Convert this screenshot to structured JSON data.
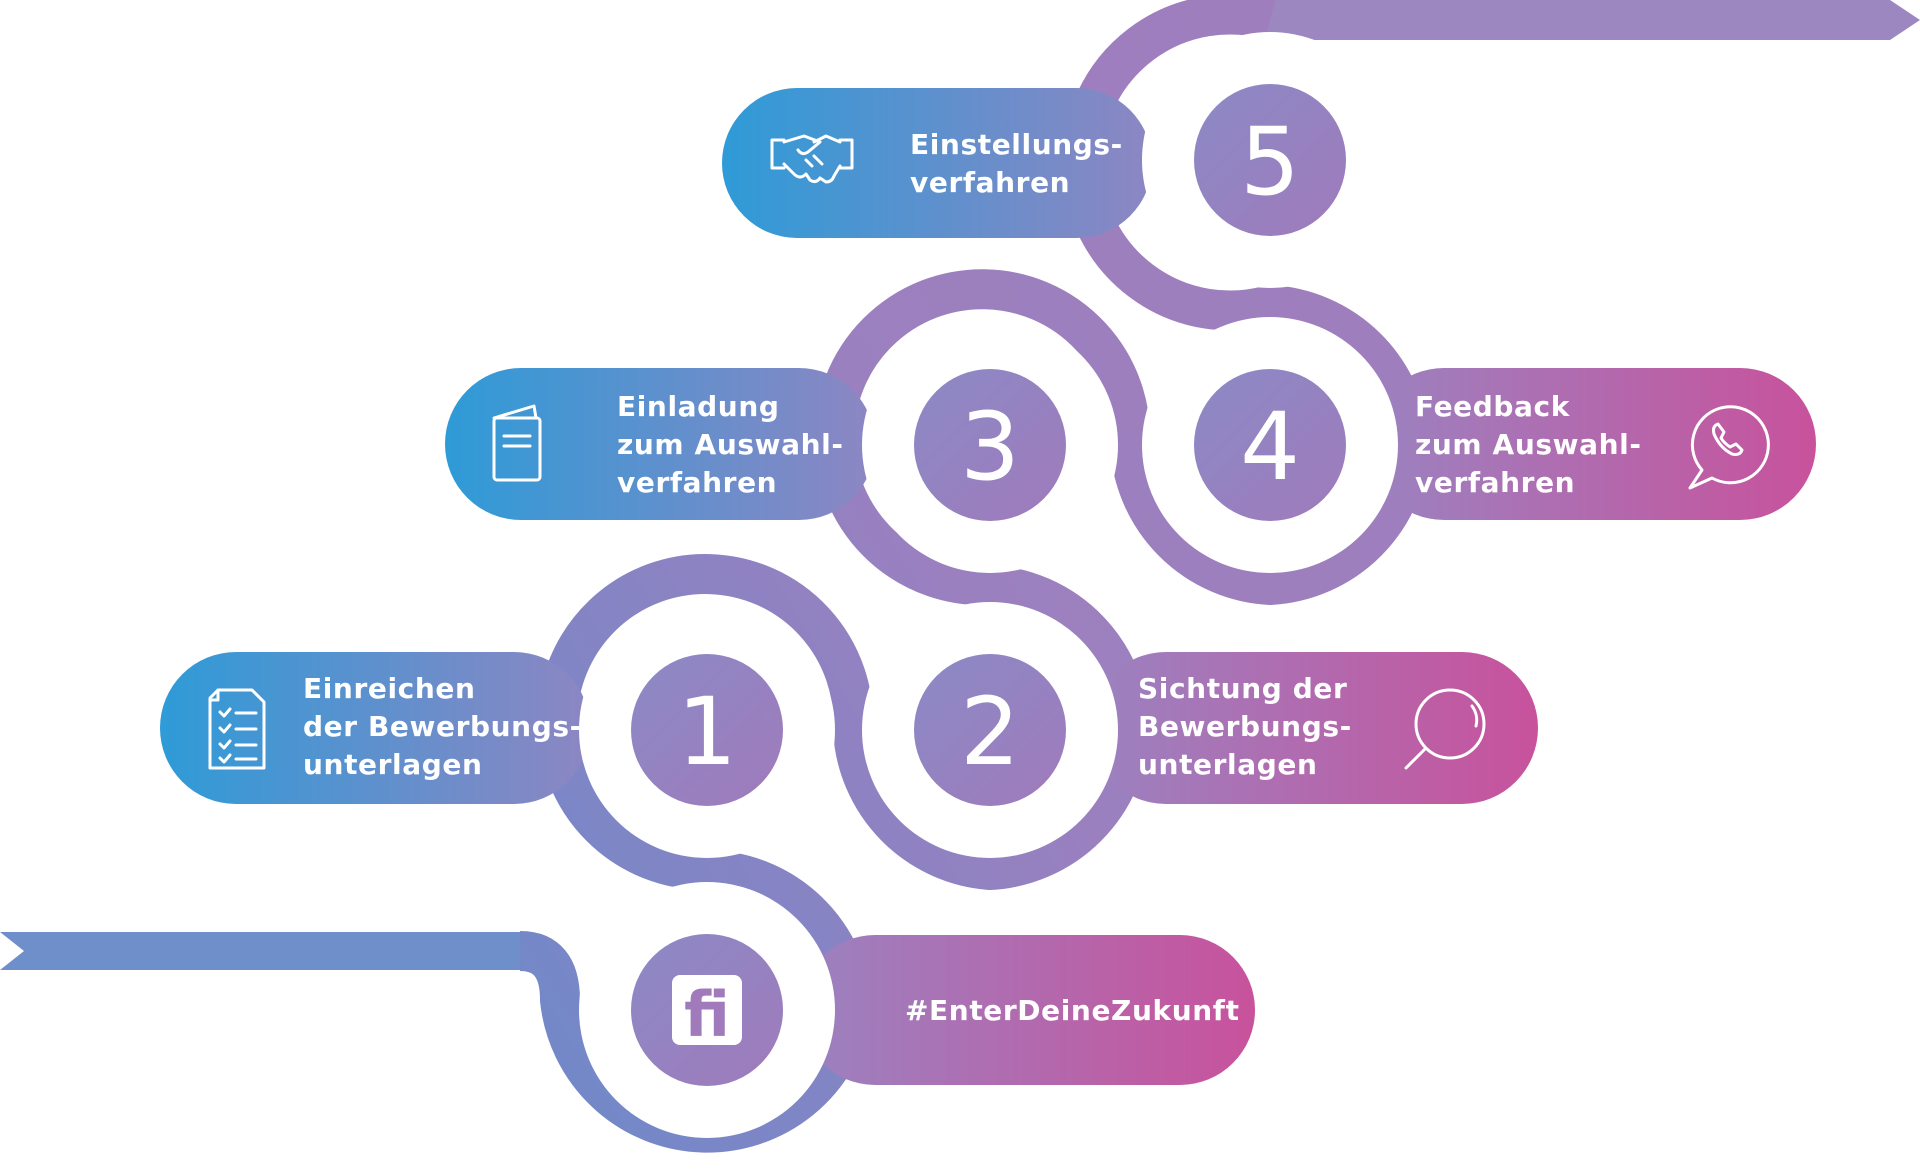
{
  "steps": [
    {
      "number": "1",
      "lines": [
        "Einreichen",
        "der Bewerbungs-",
        "unterlagen"
      ],
      "icon": "document-checklist-icon"
    },
    {
      "number": "2",
      "lines": [
        "Sichtung der",
        "Bewerbungs-",
        "unterlagen"
      ],
      "icon": "magnifier-icon"
    },
    {
      "number": "3",
      "lines": [
        "Einladung",
        "zum Auswahl-",
        "verfahren"
      ],
      "icon": "invitation-card-icon"
    },
    {
      "number": "4",
      "lines": [
        "Feedback",
        "zum Auswahl-",
        "verfahren"
      ],
      "icon": "phone-chat-icon"
    },
    {
      "number": "5",
      "lines": [
        "Einstellungs-",
        "verfahren"
      ],
      "icon": "handshake-icon"
    }
  ],
  "start": {
    "logo_text": "fi",
    "hashtag": "#EnterDeineZukunft",
    "icon": "fi-logo-icon"
  },
  "colors": {
    "blue": "#2b9ad6",
    "purple": "#8a84c0",
    "magenta": "#c8509a",
    "white": "#ffffff"
  }
}
